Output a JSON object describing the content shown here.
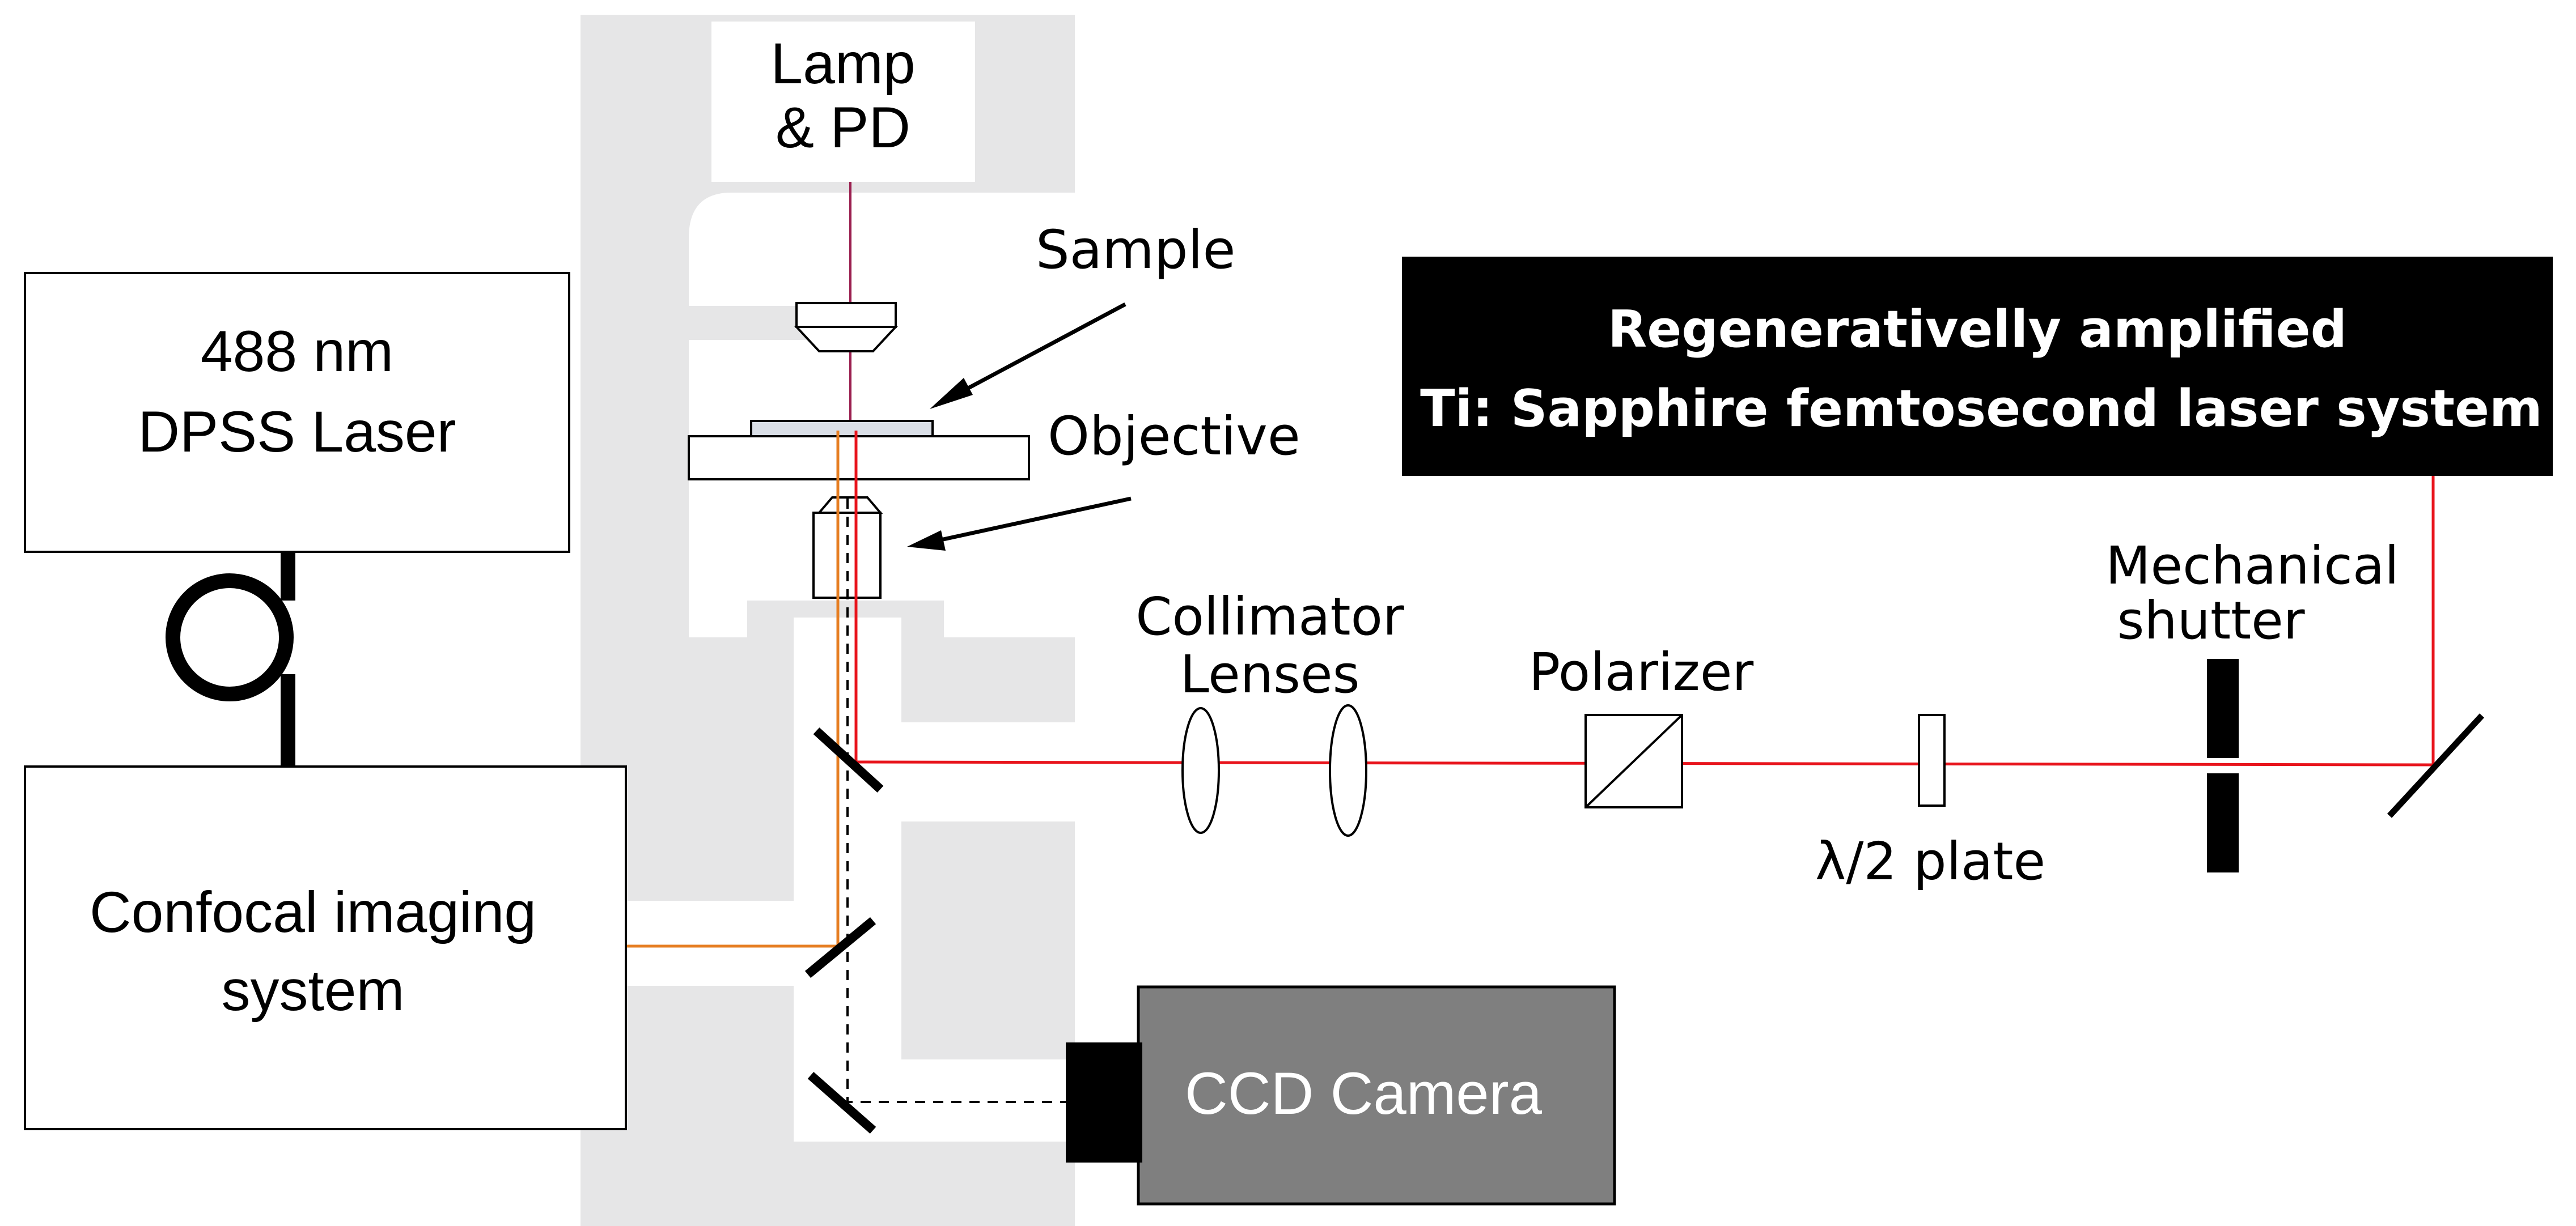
{
  "labels": {
    "lamp_line1": "Lamp",
    "lamp_line2": "& PD",
    "sample": "Sample",
    "objective": "Objective",
    "laser488_line1": "488 nm",
    "laser488_line2": "DPSS Laser",
    "confocal_line1": "Confocal imaging",
    "confocal_line2": "system",
    "femto_line1": "Regenerativelly amplified",
    "femto_line2": "Ti: Sapphire femtosecond laser system",
    "collimator_line1": "Collimator",
    "collimator_line2": "Lenses",
    "polarizer": "Polarizer",
    "waveplate": "λ/2 plate",
    "shutter_line1": "Mechanical",
    "shutter_line2": "shutter",
    "ccd": "CCD Camera"
  },
  "colors": {
    "microscope_body": "#e6e6e7",
    "femto_beam": "#e8141c",
    "confocal_beam": "#e67e22",
    "lamp_beam": "#9b2050",
    "femto_box_fill": "#000000",
    "ccd_fill": "#7f7f7f"
  }
}
